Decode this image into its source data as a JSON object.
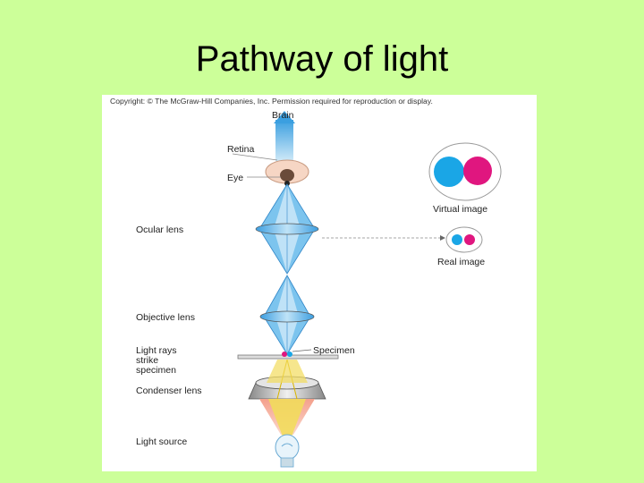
{
  "slide": {
    "title": "Pathway of light"
  },
  "figure": {
    "copyright": "Copyright: © The McGraw-Hill Companies, Inc. Permission required for reproduction or display.",
    "labels": {
      "brain": "Brain",
      "retina": "Retina",
      "eye": "Eye",
      "ocular_lens": "Ocular lens",
      "objective_lens": "Objective lens",
      "light_rays_line1": "Light rays",
      "light_rays_line2": "strike",
      "light_rays_line3": "specimen",
      "specimen": "Specimen",
      "condenser_lens": "Condenser lens",
      "light_source": "Light source",
      "virtual_image": "Virtual image",
      "real_image": "Real image"
    },
    "colors": {
      "blue": "#1aa6e6",
      "magenta": "#e0167f",
      "lens_blue": "#5ab4e6",
      "light_yellow": "#f2dc5c"
    }
  }
}
